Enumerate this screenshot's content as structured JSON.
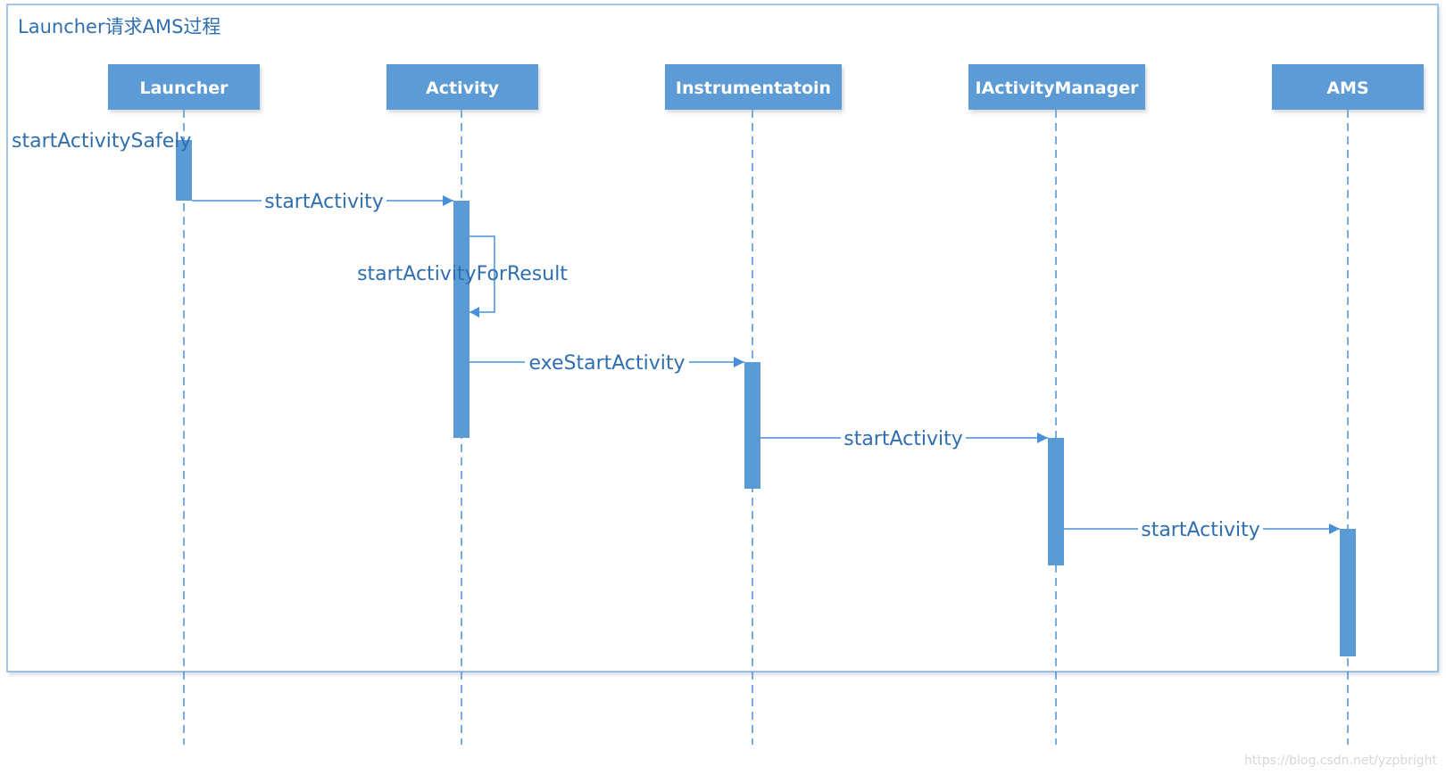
{
  "frame": {
    "title": "Launcher请求AMS过程"
  },
  "actors": [
    {
      "id": "launcher",
      "label": "Launcher"
    },
    {
      "id": "activity",
      "label": "Activity"
    },
    {
      "id": "instrumentation",
      "label": "Instrumentatoin"
    },
    {
      "id": "iactivitymanager",
      "label": "IActivityManager"
    },
    {
      "id": "ams",
      "label": "AMS"
    }
  ],
  "messages": [
    {
      "label": "startActivitySafely",
      "from": "launcher",
      "to": "launcher",
      "kind": "entry"
    },
    {
      "label": "startActivity",
      "from": "launcher",
      "to": "activity",
      "kind": "call"
    },
    {
      "label": "startActivityForResult",
      "from": "activity",
      "to": "activity",
      "kind": "self"
    },
    {
      "label": "exeStartActivity",
      "from": "activity",
      "to": "instrumentation",
      "kind": "call"
    },
    {
      "label": "startActivity",
      "from": "instrumentation",
      "to": "iactivitymanager",
      "kind": "call"
    },
    {
      "label": "startActivity",
      "from": "iactivitymanager",
      "to": "ams",
      "kind": "call"
    }
  ],
  "watermark": "https://blog.csdn.net/yzpbright",
  "colors": {
    "primary": "#5b9bd5",
    "line": "#4a90d9",
    "text": "#2f6fb0",
    "frame": "#6a9fd2"
  }
}
